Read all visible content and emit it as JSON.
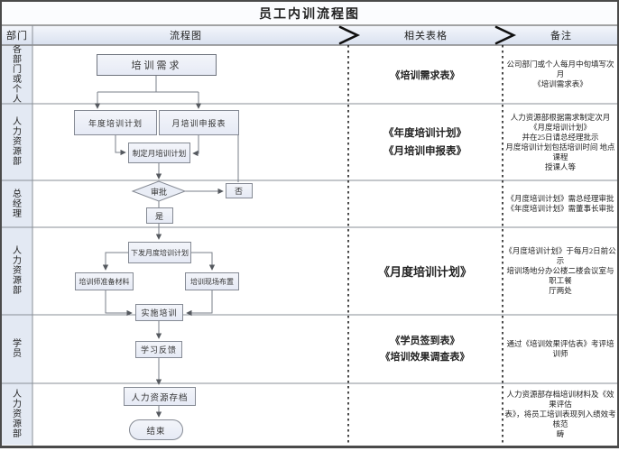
{
  "title": "员工内训流程图",
  "header": {
    "col_department": "部门",
    "col_flowchart": "流程图",
    "col_forms": "相关表格",
    "col_remarks": "备注"
  },
  "rows": [
    {
      "dept": "各部门或个人",
      "forms": "《培训需求表》",
      "remarks": "公司部门或个人每月中旬填写次月\n《培训需求表》"
    },
    {
      "dept": "人力资源部",
      "forms": "《年度培训计划》\n《月培训申报表》",
      "remarks": "人力资源部根据需求制定次月\n《月度培训计划》\n并在25日请总经理批示\n月度培训计划包括培训时间 地点 课程\n授课人等"
    },
    {
      "dept": "总经理",
      "forms": "",
      "remarks": "《月度培训计划》需总经理审批\n《年度培训计划》需董事长审批"
    },
    {
      "dept": "人力资源部",
      "forms": "《月度培训计划》",
      "remarks": "《月度培训计划》于每月2日前公示\n培训场地分办公楼二楼会议室与职工餐\n厅两处"
    },
    {
      "dept": "学员",
      "forms": "《学员签到表》\n《培训效果调查表》",
      "remarks": "通过《培训效果评估表》考评培训师"
    },
    {
      "dept": "人力资源部",
      "forms": "",
      "remarks": "人力资源部存档培训材料及《效果评估\n表》，将员工培训表现列入绩效考核范\n畴"
    }
  ],
  "flow": {
    "training_needs": "培训需求",
    "annual_plan": "年度培训计划",
    "monthly_application": "月培训申报表",
    "make_monthly_plan": "制定月培训计划",
    "approval": "审批",
    "no": "否",
    "yes": "是",
    "issue_monthly_plan": "下发月度培训计划",
    "trainer_materials": "培训师准备材料",
    "site_setup": "培训现场布置",
    "implement_training": "实施培训",
    "learning_feedback": "学习反馈",
    "hr_archive": "人力资源存档",
    "end": "结束"
  },
  "colors": {
    "header_fill": "#d9e1ef",
    "cell_fill": "#e3e9f3",
    "node_fill": "#e9edf6",
    "node_border": "#858a94",
    "line": "#7a7f88",
    "text": "#222222"
  }
}
